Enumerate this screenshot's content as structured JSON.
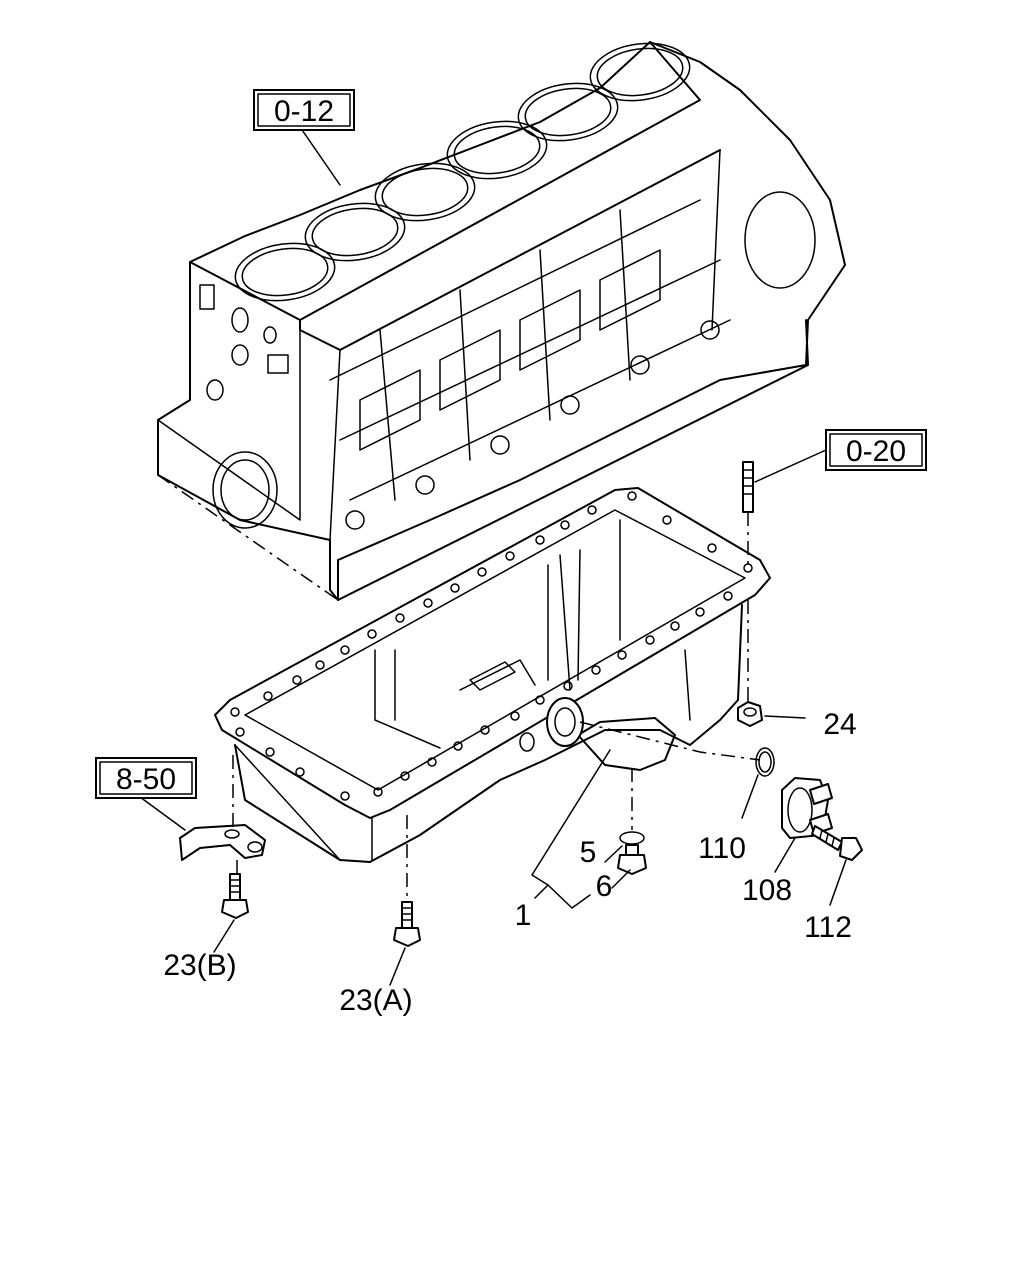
{
  "references": {
    "block": "0-12",
    "stud": "0-20",
    "bracket": "8-50"
  },
  "parts": {
    "pan": "1",
    "gasket_5": "5",
    "plug_6": "6",
    "bolt_23a": "23(A)",
    "bolt_23b": "23(B)",
    "nut_24": "24",
    "cover_108": "108",
    "oring_110": "110",
    "bolt_112": "112"
  }
}
